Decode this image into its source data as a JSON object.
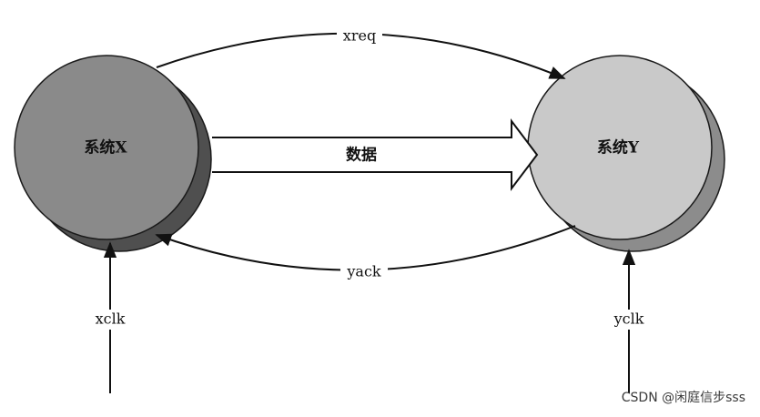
{
  "nodes": {
    "x": {
      "label": "系统X",
      "fill": "#8a8a8a",
      "shadow": "#4f4f4f"
    },
    "y": {
      "label": "系统Y",
      "fill": "#c9c9c9",
      "shadow": "#8c8c8c"
    }
  },
  "edges": {
    "xreq": "xreq",
    "yack": "yack",
    "data": "数据",
    "xclk": "xclk",
    "yclk": "yclk"
  },
  "watermark": "CSDN @闲庭信步sss"
}
